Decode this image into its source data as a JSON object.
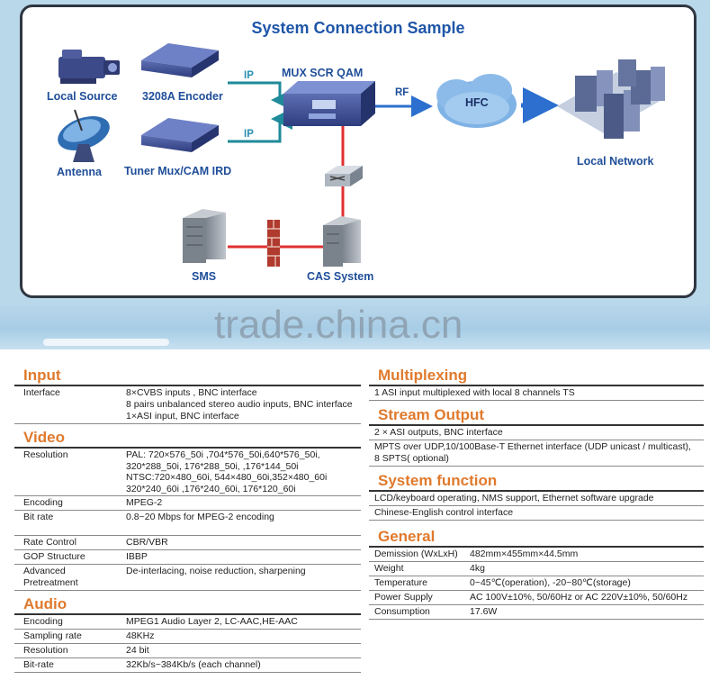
{
  "diagram": {
    "title": "System Connection Sample",
    "labels": {
      "local_source": "Local Source",
      "antenna": "Antenna",
      "encoder": "3208A Encoder",
      "tuner": "Tuner Mux/CAM IRD",
      "ip_top": "IP",
      "ip_bottom": "IP",
      "mux": "MUX SCR QAM",
      "rf": "RF",
      "hfc": "HFC",
      "local_network": "Local Network",
      "sms": "SMS",
      "cas": "CAS System"
    },
    "colors": {
      "link_ip": "#1f8a9a",
      "link_red": "#e03030",
      "link_rf": "#2c6fcf",
      "label": "#1f4e99"
    }
  },
  "watermark": "trade.china.cn",
  "input": {
    "title": "Input",
    "rows": [
      {
        "key": "Interface",
        "value": "8×CVBS inputs , BNC interface\n8 pairs unbalanced stereo audio inputs, BNC interface\n1×ASI input, BNC interface"
      }
    ]
  },
  "video": {
    "title": "Video",
    "rows": [
      {
        "key": "Resolution",
        "value": "PAL:   720×576_50i ,704*576_50i,640*576_50i,\n          320*288_50i, 176*288_50i, ,176*144_50i\nNTSC:720×480_60i, 544×480_60i,352×480_60i\n          320*240_60i ,176*240_60i, 176*120_60i"
      },
      {
        "key": "Encoding",
        "value": "MPEG-2"
      },
      {
        "key": "Bit rate",
        "value": "0.8~20 Mbps for MPEG-2 encoding\n "
      },
      {
        "key": "Rate Control",
        "value": "CBR/VBR"
      },
      {
        "key": "GOP Structure",
        "value": "IBBP"
      },
      {
        "key": "Advanced Pretreatment",
        "value": "De-interlacing, noise reduction, sharpening"
      }
    ]
  },
  "audio": {
    "title": "Audio",
    "rows": [
      {
        "key": "Encoding",
        "value": "MPEG1 Audio Layer 2, LC-AAC,HE-AAC"
      },
      {
        "key": "Sampling rate",
        "value": "48KHz"
      },
      {
        "key": "Resolution",
        "value": "24 bit"
      },
      {
        "key": "Bit-rate",
        "value": "32Kb/s~384Kb/s (each channel)"
      }
    ]
  },
  "multiplexing": {
    "title": "Multiplexing",
    "rows": [
      "1 ASI input multiplexed with local 8 channels TS"
    ]
  },
  "stream_output": {
    "title": "Stream Output",
    "rows": [
      "2 × ASI outputs, BNC interface",
      "MPTS over UDP,10/100Base-T Ethernet interface (UDP unicast / multicast),\n8 SPTS( optional)"
    ]
  },
  "system_function": {
    "title": "System function",
    "rows": [
      "LCD/keyboard operating, NMS support, Ethernet software upgrade",
      "Chinese-English control interface"
    ]
  },
  "general": {
    "title": "General",
    "rows": [
      {
        "key": "Demission (WxLxH)",
        "value": "482mm×455mm×44.5mm"
      },
      {
        "key": "Weight",
        "value": "4kg"
      },
      {
        "key": "Temperature",
        "value": "0~45℃(operation), -20~80℃(storage)"
      },
      {
        "key": "Power Supply",
        "value": "AC 100V±10%, 50/60Hz or AC 220V±10%, 50/60Hz"
      },
      {
        "key": "Consumption",
        "value": "17.6W"
      }
    ]
  }
}
